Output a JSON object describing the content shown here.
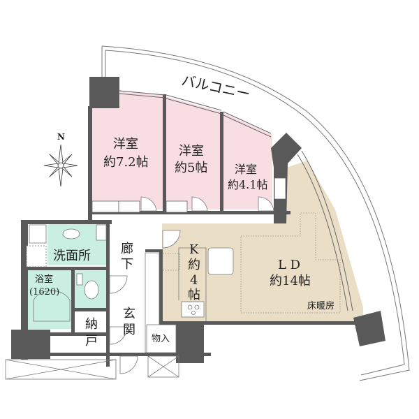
{
  "compass": {
    "label": "N"
  },
  "balcony": {
    "label": "バルコニー"
  },
  "rooms": {
    "bedroom1": {
      "name": "洋室",
      "size": "約7.2帖"
    },
    "bedroom2": {
      "name": "洋室",
      "size": "約5帖"
    },
    "bedroom3": {
      "name": "洋室",
      "size": "約4.1帖"
    },
    "washroom": {
      "name": "洗面所"
    },
    "bathroom": {
      "name": "浴室",
      "size": "(1620)"
    },
    "hallway": {
      "line1": "廊",
      "line2": "下"
    },
    "kitchen": {
      "line1": "K",
      "line2": "約",
      "line3": "4",
      "line4": "帖"
    },
    "living": {
      "name": "L D",
      "size": "約14帖",
      "note": "床暖房"
    },
    "storage": {
      "line1": "納",
      "line2": "戸"
    },
    "entrance": {
      "line1": "玄",
      "line2": "関"
    },
    "closet": {
      "name": "物入"
    }
  },
  "colors": {
    "bedroom": "#f8dde3",
    "wet": "#c9eee2",
    "ldk": "#eadfc6",
    "wall": "#595959",
    "line": "#666666"
  }
}
